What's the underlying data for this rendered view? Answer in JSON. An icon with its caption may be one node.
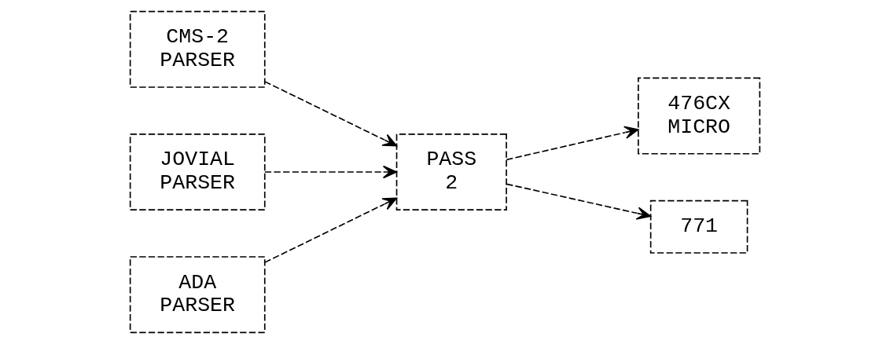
{
  "diagram": {
    "nodes": [
      {
        "text": [
          "CMS-2 PARSER"
        ]
      },
      {
        "text": [
          "JOVIAL PARSER"
        ]
      },
      {
        "text": [
          "ADA PARSER"
        ]
      },
      {
        "text": [
          "PASS 2"
        ]
      },
      {
        "text": [
          "476CX MICRO"
        ]
      },
      {
        "text": [
          "771"
        ]
      }
    ],
    "edges": [
      {
        "from": 0,
        "to": 3,
        "arrow": "to",
        "style": "dashed"
      },
      {
        "from": 1,
        "to": 3,
        "arrow": "to",
        "style": "dashed"
      },
      {
        "from": 2,
        "to": 3,
        "arrow": "to",
        "style": "dashed"
      },
      {
        "from": 3,
        "to": 4,
        "arrow": "to",
        "style": "dashed"
      },
      {
        "from": 3,
        "to": 5,
        "arrow": "to",
        "style": "dashed"
      }
    ]
  }
}
